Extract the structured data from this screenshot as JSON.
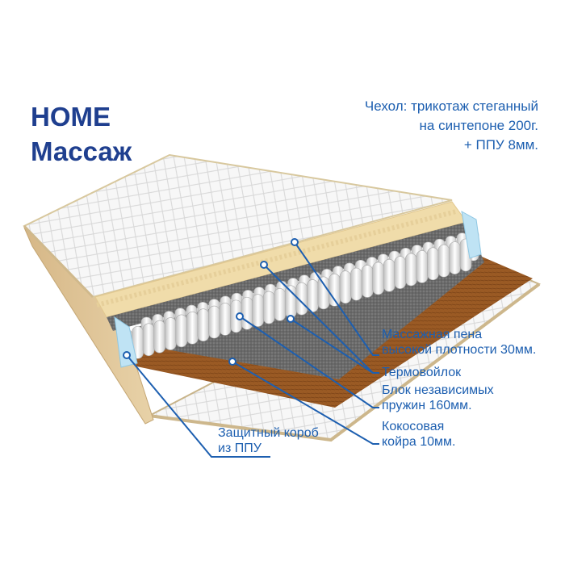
{
  "title": {
    "brand": "HOME",
    "model": "Массаж"
  },
  "cover": {
    "line1": "Чехол: трикотаж стеганный",
    "line2": "на синтепоне 200г.",
    "line3": "+ ППУ 8мм."
  },
  "layers": {
    "foam_line1": "Массажная пена",
    "foam_line2": "высокой плотности 30мм.",
    "felt": "Термовойлок",
    "springs_line1": "Блок независимых",
    "springs_line2": "пружин 160мм.",
    "coir_line1": "Кокосовая",
    "coir_line2": "койра 10мм.",
    "frame_line1": "Защитный короб",
    "frame_line2": "из ППУ"
  },
  "colors": {
    "title": "#1f3f8f",
    "text": "#1d5fb0",
    "foam": "#f3dfb1",
    "felt": "#6f6f6f",
    "coir": "#9c5a22",
    "frame": "#bfe3f4",
    "quilt": "#f7f7f7",
    "border": "#d9c59a"
  }
}
